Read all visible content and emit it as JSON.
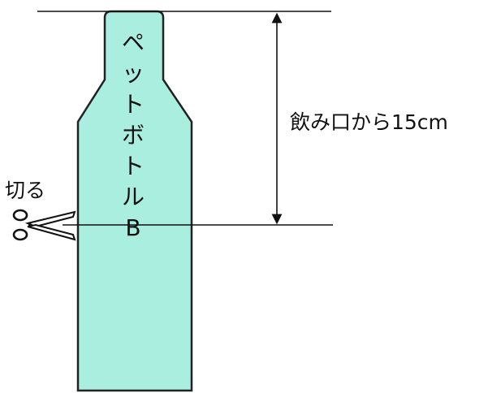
{
  "bottle": {
    "label_chars": [
      "ペ",
      "ッ",
      "ト",
      "ボ",
      "ト",
      "ル",
      "B"
    ],
    "fill_color": "#aaeee0",
    "stroke_color": "#222222"
  },
  "measurement": {
    "label": "飲み口から15cm"
  },
  "cut": {
    "label": "切る",
    "icon": "scissors-icon"
  },
  "colors": {
    "line": "#111111"
  }
}
